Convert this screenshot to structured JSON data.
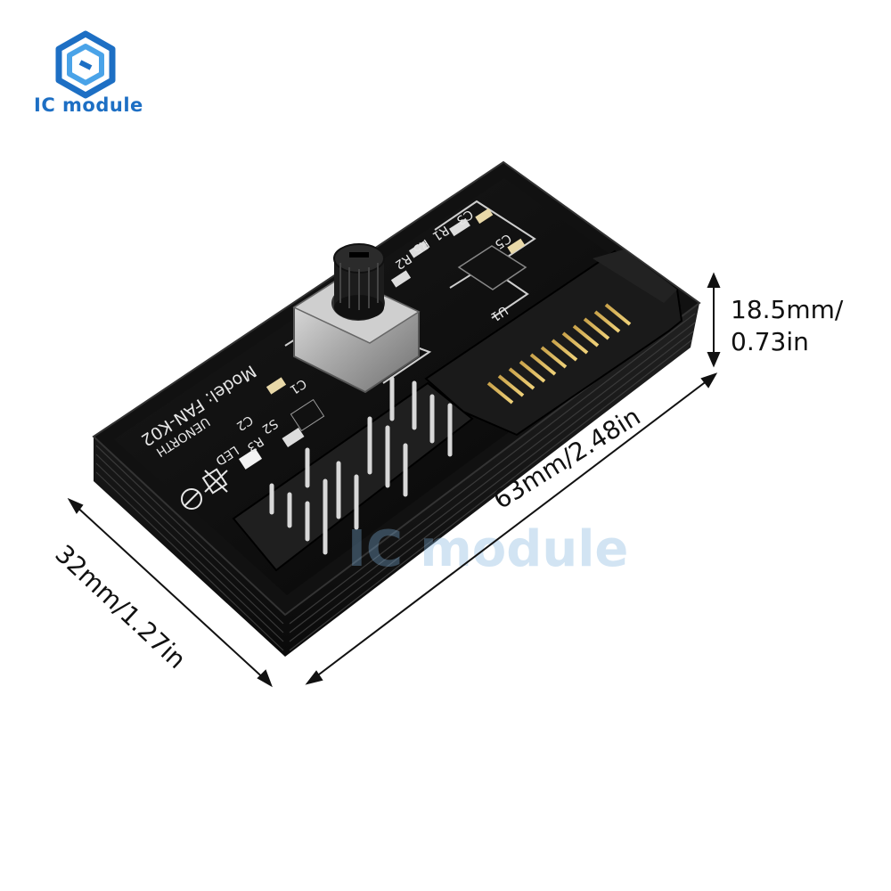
{
  "logo": {
    "icon": "hexagon-logo-icon",
    "brand": "IC module",
    "brand_color": "#1d6fc4"
  },
  "board": {
    "model_label": "Model: FAN-K02",
    "maker_label": "UENORTH",
    "components": [
      "C3",
      "R1",
      "C5",
      "R2",
      "R5",
      "U1",
      "C1",
      "C2",
      "S2",
      "R3",
      "LED"
    ],
    "watermark": "IC module"
  },
  "dimensions": {
    "height_mm": "18.5mm/",
    "height_in": "0.73in",
    "length": "63mm/2.48in",
    "width": "32mm/1.27in"
  }
}
